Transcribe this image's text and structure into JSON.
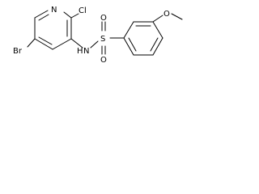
{
  "molecule": {
    "atoms": {
      "bromine": "Br",
      "chlorine": "Cl",
      "pyridine_nitrogen": "N",
      "amide_nitrogen": "N",
      "amide_hydrogen": "H",
      "sulfur": "S",
      "sulfonyl_oxygen_top": "O",
      "sulfonyl_oxygen_bottom": "O",
      "methoxy_oxygen": "O"
    }
  }
}
